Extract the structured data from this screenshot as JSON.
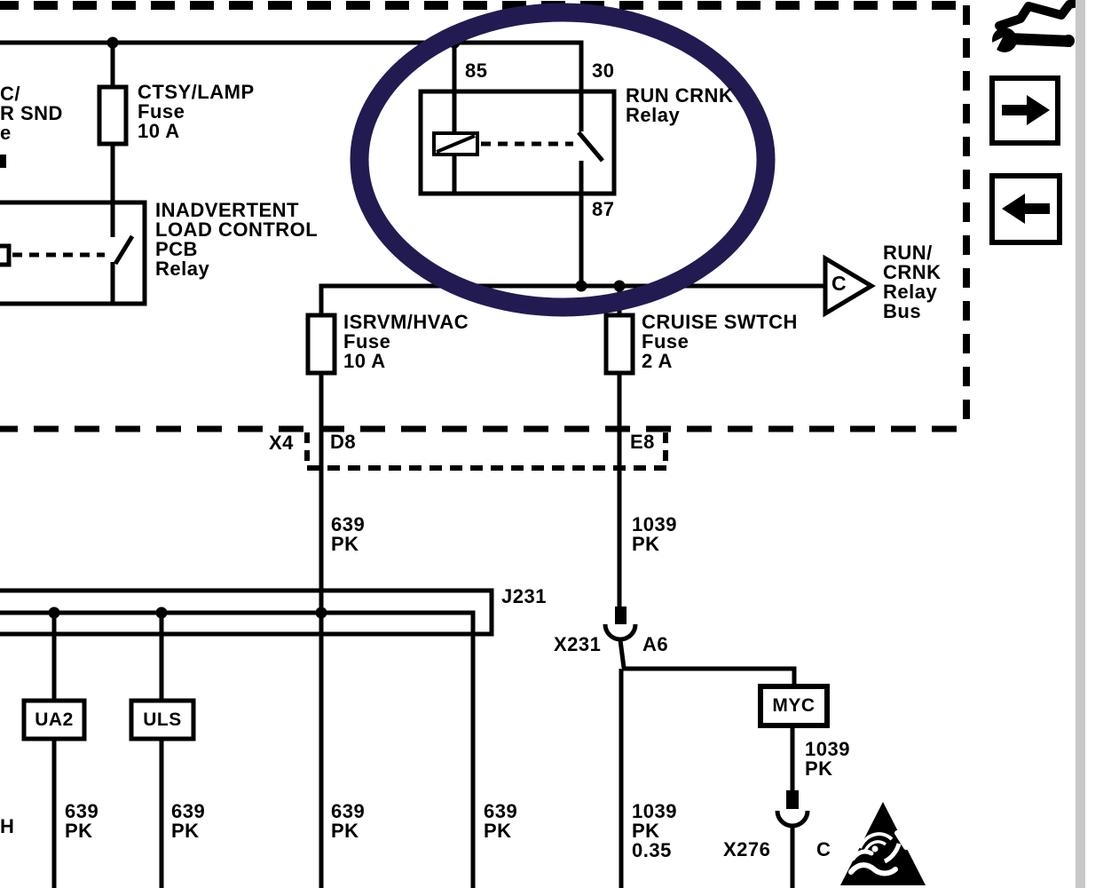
{
  "colors": {
    "line": "#000000",
    "annotation_circle": "#211b52",
    "scrollbar_track": "#c8c8c8",
    "background": "#ffffff"
  },
  "fuse_block": {
    "edge_fragments": {
      "line1": "C/",
      "line2": "R SND",
      "line3": "e"
    },
    "ctsy_fuse": {
      "name": "CTSY/LAMP",
      "type": "Fuse",
      "rating": "10 A"
    },
    "inadvertent_relay": {
      "line1": "INADVERTENT",
      "line2": "LOAD CONTROL",
      "line3": "PCB",
      "line4": "Relay"
    },
    "run_crnk_relay": {
      "terminal_85": "85",
      "terminal_30": "30",
      "terminal_87": "87",
      "name": "RUN CRNK",
      "type": "Relay"
    },
    "isrvm_fuse": {
      "name": "ISRVM/HVAC",
      "type": "Fuse",
      "rating": "10 A"
    },
    "cruise_fuse": {
      "name": "CRUISE SWTCH",
      "type": "Fuse",
      "rating": "2 A"
    },
    "bus_tag": {
      "letter": "C",
      "line1": "RUN/",
      "line2": "CRNK",
      "line3": "Relay",
      "line4": "Bus"
    },
    "connector_row": {
      "x4": "X4",
      "d8": "D8",
      "e8": "E8"
    }
  },
  "wires": {
    "code_639": "639",
    "code_1039": "1039",
    "color_pk": "PK",
    "gauge_035": "0.35"
  },
  "junctions": {
    "j231": "J231",
    "x231": "X231",
    "x231_pin": "A6",
    "x276": "X276",
    "x276_pin": "C"
  },
  "components": {
    "ua2": "UA2",
    "uls": "ULS",
    "myc": "MYC"
  },
  "fragments": {
    "bottom_left": "H"
  }
}
